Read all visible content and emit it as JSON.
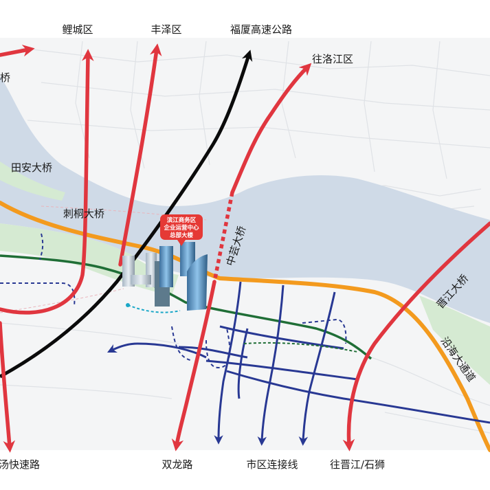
{
  "labels": {
    "licheng": "鲤城区",
    "fengze": "丰泽区",
    "fuxia_expressway": "福厦高速公路",
    "to_luojiang": "往洛江区",
    "tianan_bridge": "田安大桥",
    "citong_bridge": "刺桐大桥",
    "zhongyi_bridge": "中芸大桥",
    "jinjiang_bridge": "晋江大桥",
    "coastal_avenue": "沿海大通道",
    "left_top_fragment": "桥",
    "bottom_left_fragment": "汤快速路",
    "shuanglong_road": "双龙路",
    "city_link": "市区连接线",
    "to_jinjiang_shishi": "往晋江/石狮"
  },
  "hq_callout": {
    "line1": "滨江商务区",
    "line2": "企业运营中心",
    "line3": "总部大楼"
  },
  "colors": {
    "river": "#cfdae7",
    "riverbank_green": "#d5ead2",
    "red_route": "#e0363f",
    "black_route": "#0b0b0b",
    "orange_ring": "#f39a1e",
    "green_rail": "#1f6e36",
    "blue_road": "#283893",
    "callout_red": "#e53935",
    "tower_blue": "#6aa6d6"
  }
}
